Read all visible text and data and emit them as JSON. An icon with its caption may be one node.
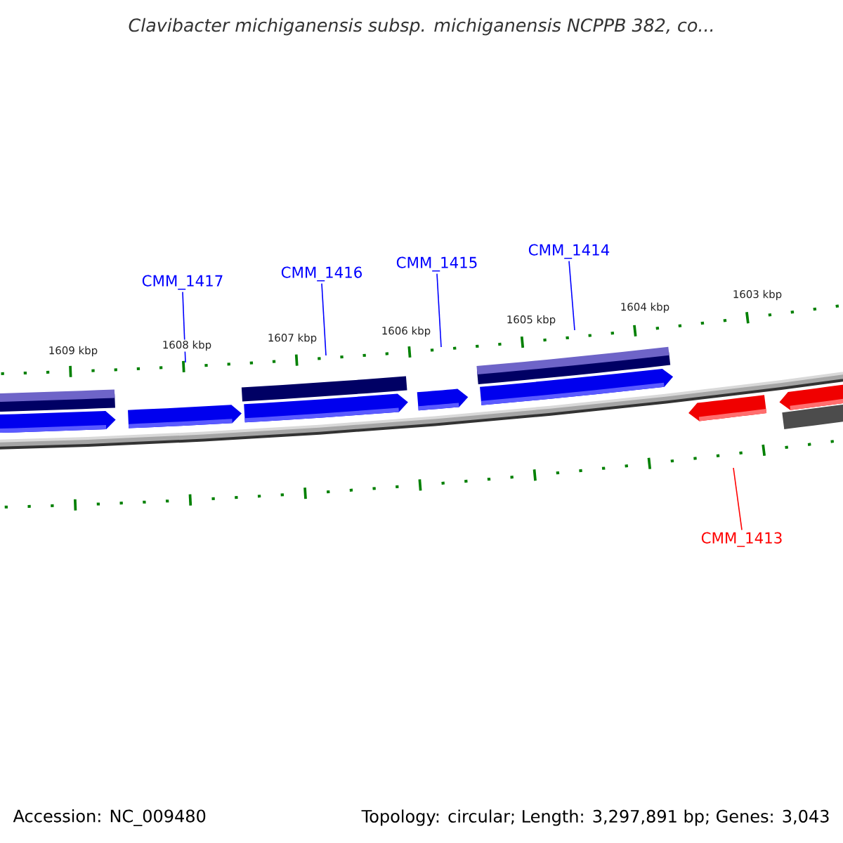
{
  "diagram": {
    "title": "Clavibacter michiganensis subsp. michiganensis NCPPB 382, co...",
    "nodes": [
      {
        "text": [
          "CMM_1417"
        ]
      },
      {
        "text": [
          "CMM_1416"
        ]
      },
      {
        "text": [
          "CMM_1415"
        ]
      },
      {
        "text": [
          "CMM_1414"
        ]
      },
      {
        "text": [
          "CMM_1413"
        ]
      }
    ],
    "edges": [
      {
        "from": 0,
        "to": null,
        "arrow": "none"
      },
      {
        "from": 1,
        "to": null,
        "arrow": "none"
      },
      {
        "from": 2,
        "to": null,
        "arrow": "none"
      },
      {
        "from": 3,
        "to": null,
        "arrow": "none"
      },
      {
        "from": 4,
        "to": null,
        "arrow": "none",
        "color": "#ff0000"
      }
    ],
    "labels": [
      "1609 kbp",
      "1608 kbp",
      "1607 kbp",
      "1606 kbp",
      "1605 kbp",
      "1604 kbp",
      "1603 kbp",
      "Accession: NC_009480",
      "Topology: circular; Length: 3,297,891 bp; Genes: 3,043"
    ]
  }
}
